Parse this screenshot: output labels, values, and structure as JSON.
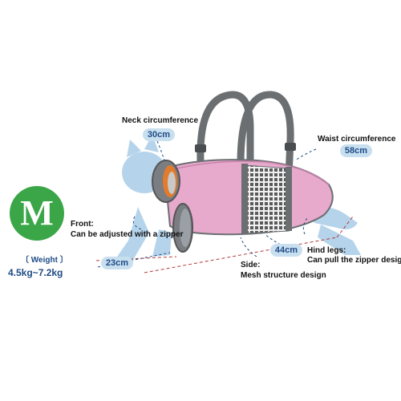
{
  "size": {
    "letter": "M",
    "weight_label": "〔 Weight 〕",
    "weight_range": "4.5kg~7.2kg"
  },
  "annotations": {
    "neck": {
      "title": "Neck circumference",
      "value": "30cm"
    },
    "waist": {
      "title": "Waist circumference",
      "value": "58cm"
    },
    "front": {
      "title": "Front:",
      "desc": "Can be adjusted with a zipper"
    },
    "length_front": {
      "value": "23cm"
    },
    "length_body": {
      "value": "44cm"
    },
    "hind": {
      "title": "Hind legs:",
      "desc": "Can pull the zipper design"
    },
    "side": {
      "title": "Side:",
      "desc": "Mesh structure design"
    }
  },
  "colors": {
    "bag_pink": "#e7a9cc",
    "strap_gray": "#6b6f72",
    "mesh_gray": "#5a5a5a",
    "cat_blue": "#a9cde8",
    "accent_blue": "#1f4b86",
    "badge_green": "#3aa647",
    "dash_red": "#b23a3a",
    "zipper_orange": "#e27b2c"
  }
}
